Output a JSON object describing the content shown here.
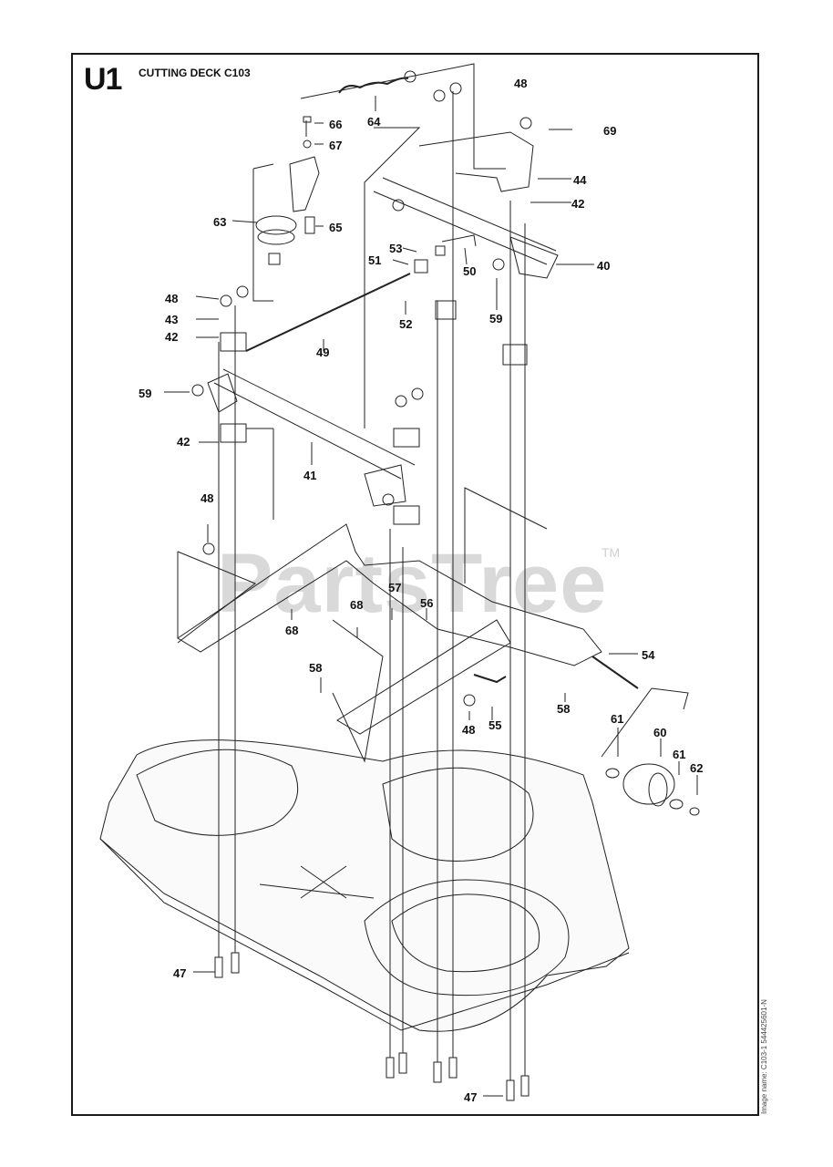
{
  "header": {
    "section_code": "U1",
    "section_title": "CUTTING DECK C103"
  },
  "watermark": {
    "text": "PartsTree",
    "trademark": "TM"
  },
  "footer": {
    "image_name": "Image name: C103-1 544425601-N"
  },
  "callouts": [
    "64",
    "66",
    "67",
    "65",
    "63",
    "48",
    "69",
    "44",
    "42",
    "40",
    "53",
    "51",
    "50",
    "52",
    "59",
    "49",
    "43",
    "41",
    "57",
    "56",
    "68",
    "54",
    "58",
    "55",
    "61",
    "60",
    "62",
    "47"
  ]
}
